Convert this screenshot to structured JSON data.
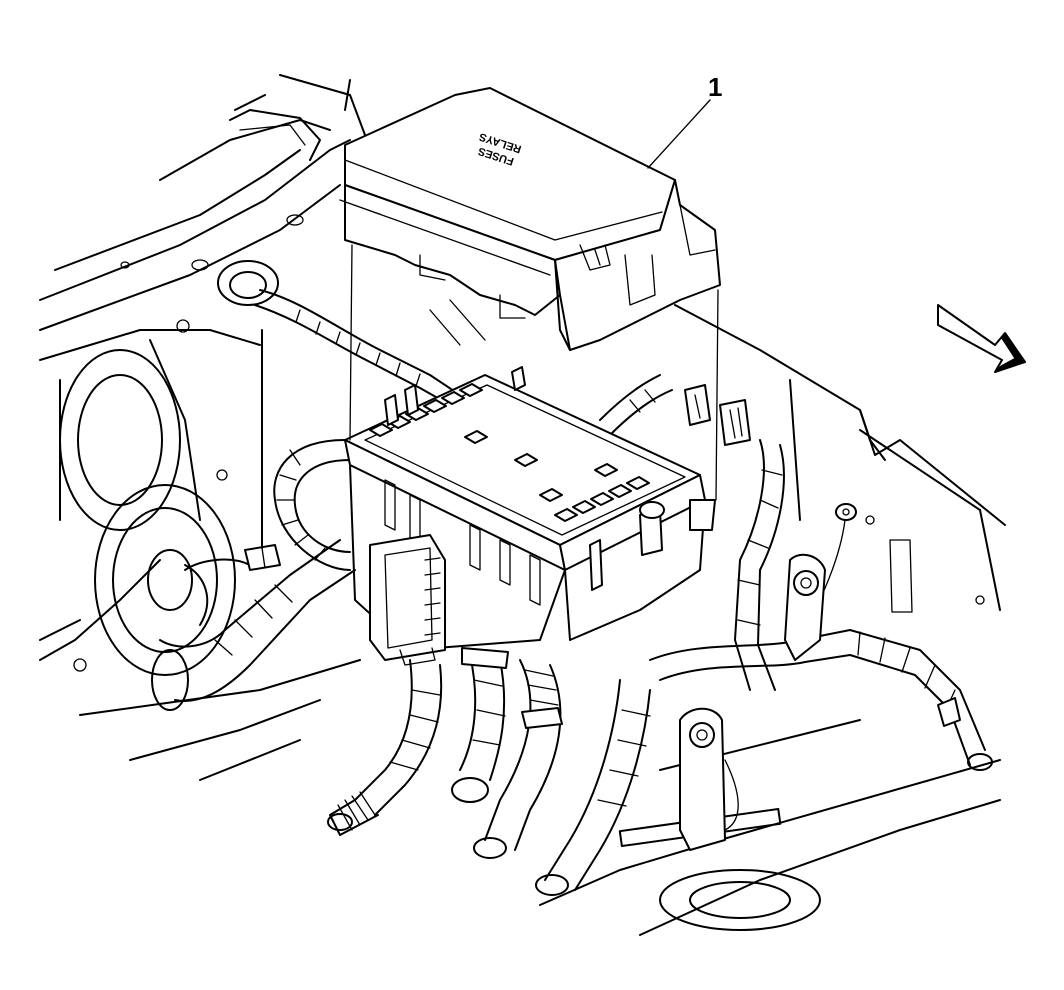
{
  "callout": {
    "number": "1"
  },
  "cover_label": {
    "line1": "FUSES",
    "line2": "RELAYS"
  },
  "icons": {
    "direction_arrow": "arrow-forward-icon"
  },
  "colors": {
    "ink": "#000000",
    "paper": "#ffffff"
  }
}
